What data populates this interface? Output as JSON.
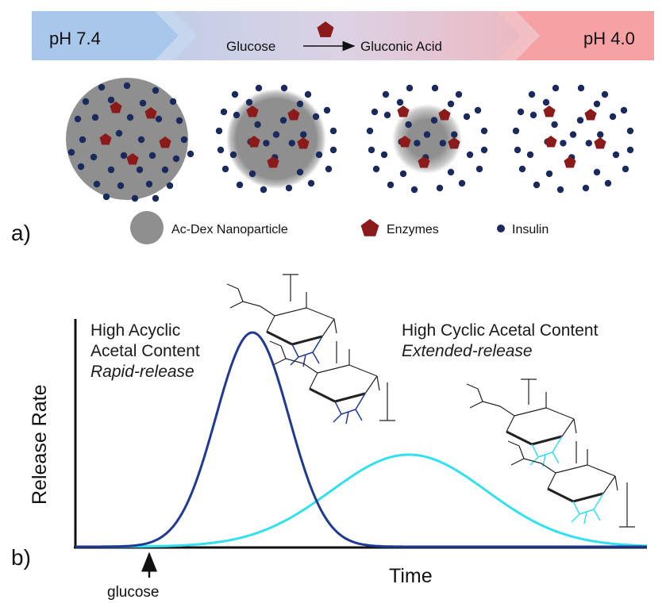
{
  "panel_a": {
    "label": "a)",
    "ph_start": "pH 7.4",
    "ph_end": "pH 4.0",
    "reaction": {
      "reactant": "Glucose",
      "product": "Gluconic Acid"
    },
    "legend": {
      "nanoparticle": "Ac-Dex Nanoparticle",
      "enzymes": "Enzymes",
      "insulin": "Insulin"
    },
    "colors": {
      "banner_left": "#aecbea",
      "banner_right": "#f6a7a9",
      "enzyme": "#8b1a1a",
      "insulin": "#1b2a5c",
      "particle": "#8f8f8f"
    }
  },
  "panel_b": {
    "label": "b)",
    "ylabel": "Release Rate",
    "xlabel": "Time",
    "trigger_label": "glucose",
    "acyclic": {
      "line1": "High Acyclic",
      "line2": "Acetal Content",
      "line3": "Rapid-release",
      "color": "#1f3a93"
    },
    "cyclic": {
      "line1": "High Cyclic Acetal Content",
      "line2": "Extended-release",
      "color": "#33e0f0"
    }
  }
}
